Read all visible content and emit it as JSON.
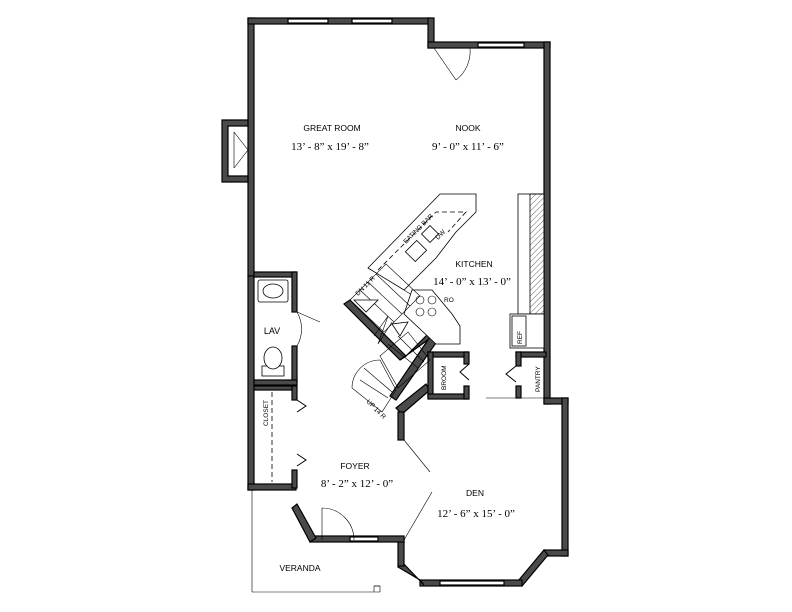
{
  "rooms": {
    "great_room": {
      "name": "GREAT ROOM",
      "dims": "13’ - 8” x 19’ - 8”"
    },
    "nook": {
      "name": "NOOK",
      "dims": "9’ - 0” x 11’ - 6”"
    },
    "kitchen": {
      "name": "KITCHEN",
      "dims": "14’ - 0” x 13’ - 0”"
    },
    "foyer": {
      "name": "FOYER",
      "dims": "8’ - 2” x 12’ - 0”"
    },
    "den": {
      "name": "DEN",
      "dims": "12’ - 6” x 15’ - 0”"
    },
    "lav": {
      "name": "LAV"
    },
    "veranda": {
      "name": "VERANDA"
    }
  },
  "small_labels": {
    "eating_bar": "EATING BAR",
    "dw": "DW",
    "ro": "RO",
    "ref": "REF",
    "pantry": "PANTRY",
    "broom": "BROOM",
    "closet": "CLOSET",
    "stair_down": "DN 11 R",
    "stair_up": "UP 14 R"
  }
}
